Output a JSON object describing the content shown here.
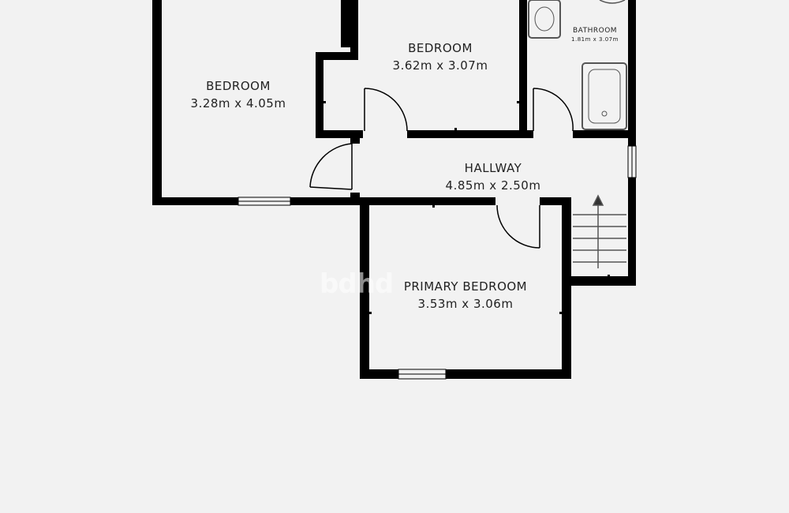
{
  "rooms": {
    "bedroom_left": {
      "name": "BEDROOM",
      "dims": "3.28m x 4.05m"
    },
    "bedroom_top": {
      "name": "BEDROOM",
      "dims": "3.62m x 3.07m"
    },
    "bathroom": {
      "name": "BATHROOM",
      "dims": "1.81m x 3.07m"
    },
    "hallway": {
      "name": "HALLWAY",
      "dims": "4.85m x 2.50m"
    },
    "primary_bedroom": {
      "name": "PRIMARY BEDROOM",
      "dims": "3.53m x 3.06m"
    }
  },
  "watermark": {
    "text": "bdhd"
  },
  "colors": {
    "wall": "#000000",
    "floor": "#f2f2f2",
    "fixture": "#555555",
    "text": "#222222"
  }
}
